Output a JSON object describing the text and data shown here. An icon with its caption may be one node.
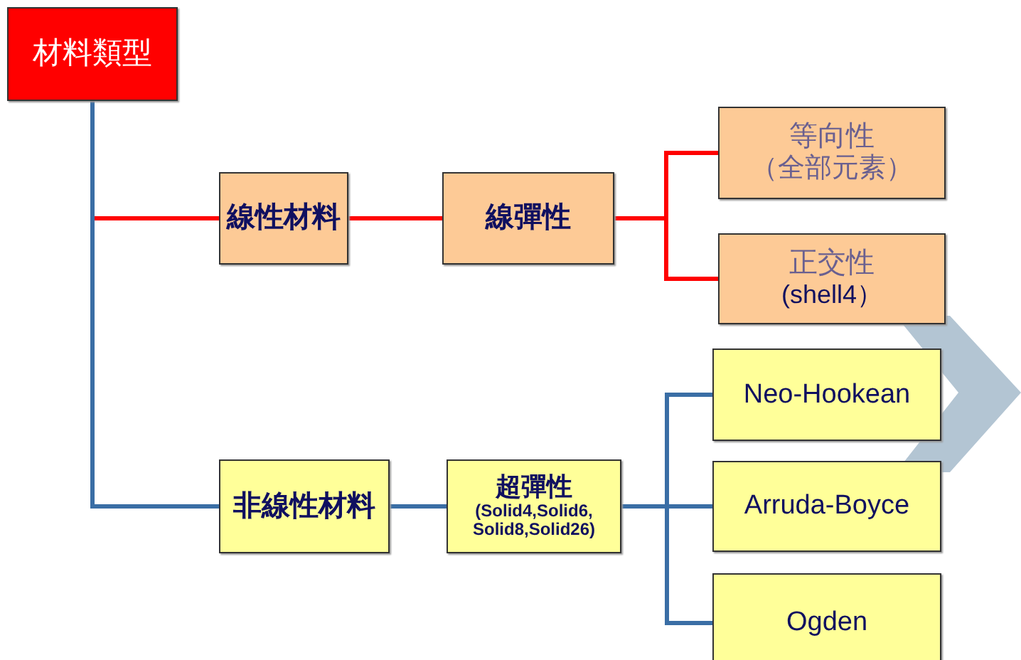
{
  "diagram": {
    "nodes": [
      {
        "text": [
          "材料類型"
        ]
      },
      {
        "text": [
          "線性材料"
        ]
      },
      {
        "text": [
          "線彈性"
        ]
      },
      {
        "text": [
          "等向性",
          "（全部元素）"
        ]
      },
      {
        "text": [
          "正交性",
          "(shell4）"
        ]
      },
      {
        "text": [
          "非線性材料"
        ]
      },
      {
        "text": [
          "超彈性",
          "(Solid4,Solid6, Solid8,Solid26)"
        ]
      },
      {
        "text": [
          "Neo-Hookean"
        ]
      },
      {
        "text": [
          "Arruda-Boyce"
        ]
      },
      {
        "text": [
          "Ogden"
        ]
      }
    ],
    "edges": [
      {
        "from": 0,
        "to": 1,
        "arrow": "none",
        "color": "#ff0000"
      },
      {
        "from": 1,
        "to": 2,
        "arrow": "none",
        "color": "#ff0000"
      },
      {
        "from": 2,
        "to": 3,
        "arrow": "none",
        "color": "#ff0000"
      },
      {
        "from": 2,
        "to": 4,
        "arrow": "none",
        "color": "#ff0000"
      },
      {
        "from": 0,
        "to": 5,
        "arrow": "none"
      },
      {
        "from": 5,
        "to": 6,
        "arrow": "none"
      },
      {
        "from": 6,
        "to": 7,
        "arrow": "none"
      },
      {
        "from": 6,
        "to": 8,
        "arrow": "none"
      },
      {
        "from": 6,
        "to": 9,
        "arrow": "none"
      }
    ]
  }
}
